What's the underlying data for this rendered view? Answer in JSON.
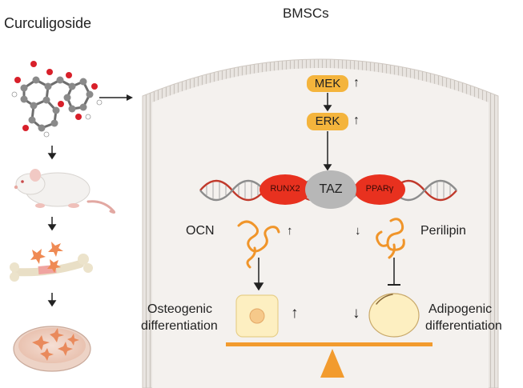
{
  "left_title": "Curculigoside",
  "cell_title": "BMSCs",
  "pathway": {
    "mek": "MEK",
    "erk": "ERK",
    "up_arrow": "↑",
    "down_arrow": "↓"
  },
  "dna_factors": {
    "runx2": "RUNX2",
    "taz": "TAZ",
    "ppar": "PPARγ"
  },
  "markers": {
    "ocn": "OCN",
    "perilipin": "Perilipin"
  },
  "outcomes": {
    "osteo_line1": "Osteogenic",
    "osteo_line2": "differentiation",
    "adipo_line1": "Adipogenic",
    "adipo_line2": "differentiation"
  },
  "colors": {
    "kinase": "#f4b43c",
    "transcription_factor": "#e8311f",
    "taz": "#b7b7b7",
    "dna_red": "#c0392b",
    "dna_grey": "#8c8c8c",
    "protein": "#f0952a",
    "cell_fill": "#f4f1ee",
    "balance": "#f29b2e"
  }
}
